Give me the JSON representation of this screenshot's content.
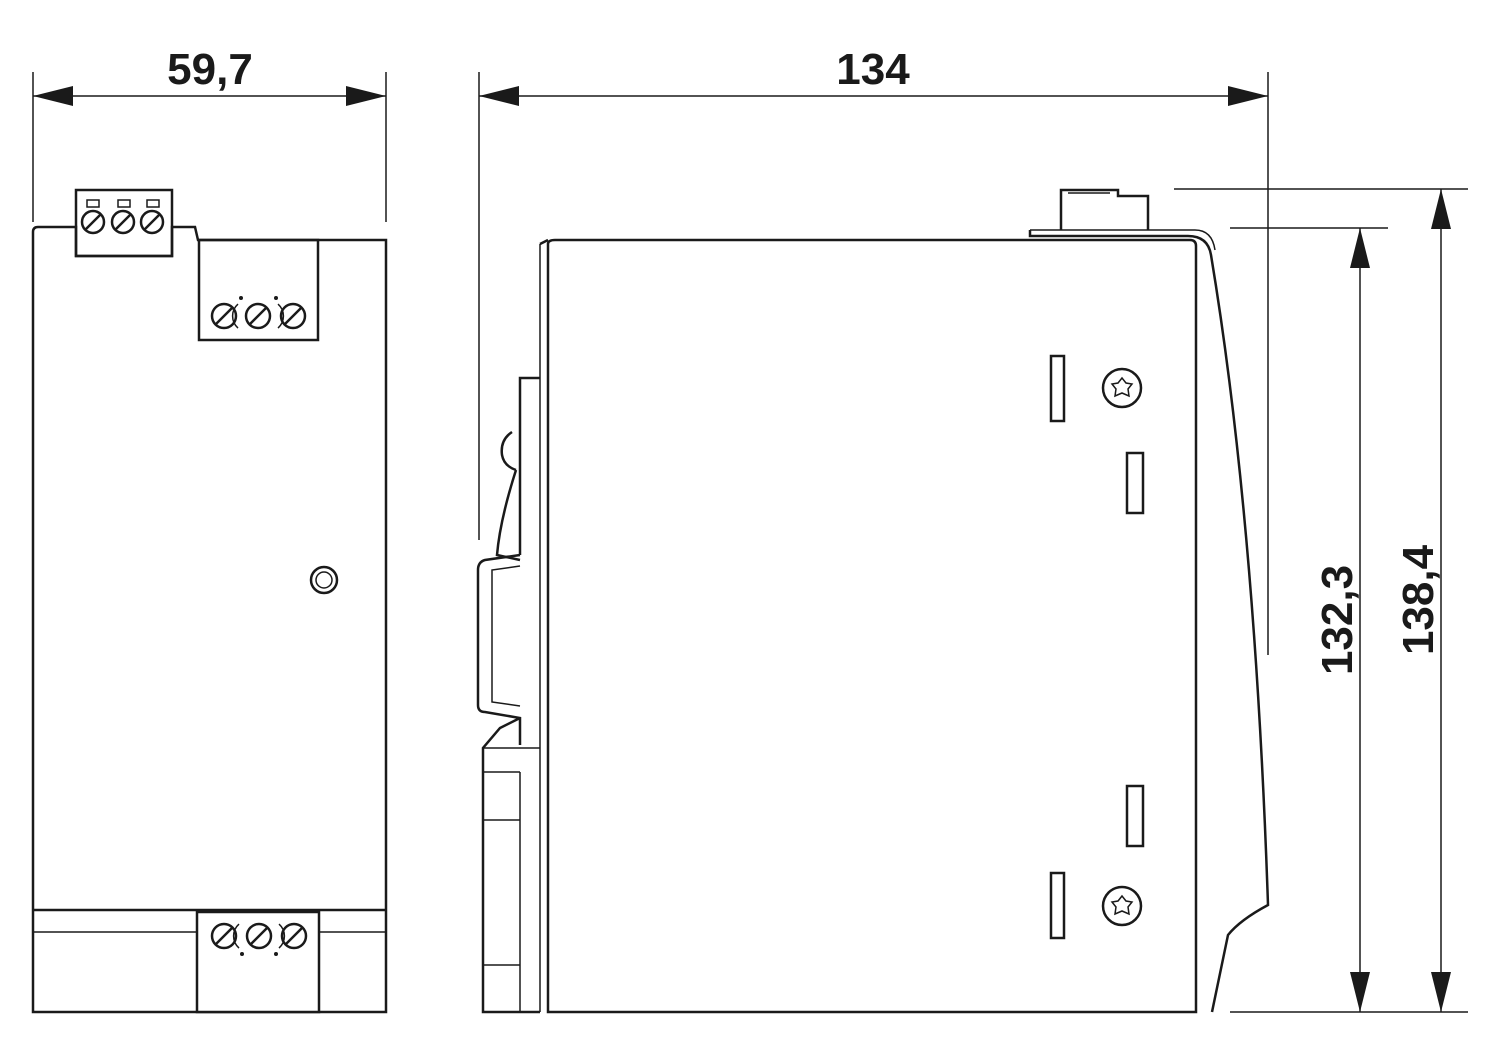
{
  "drawing": {
    "front_view": {
      "width_dimension": "59,7"
    },
    "side_view": {
      "depth_dimension": "134",
      "height_dimension_body": "132,3",
      "height_dimension_total": "138,4"
    }
  },
  "icons": [
    "screw-terminal-icon",
    "torx-screw-icon",
    "led-indicator-icon"
  ]
}
